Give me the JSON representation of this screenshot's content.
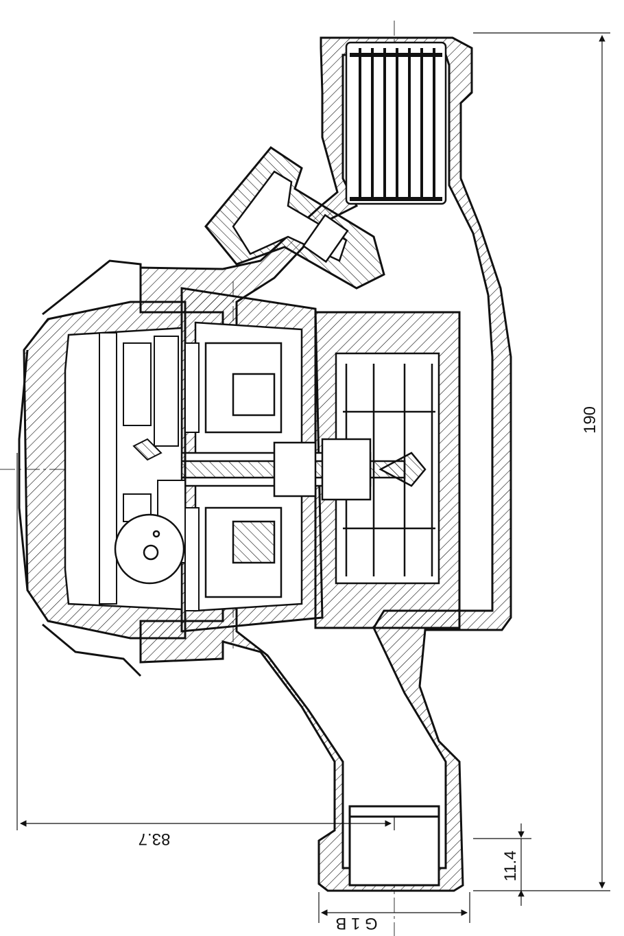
{
  "drawing": {
    "kind": "pump cross-section technical drawing",
    "line_color": "#111111",
    "background": "#ffffff"
  },
  "dimensions": {
    "overall_length": "190",
    "motor_depth": "83.7",
    "thread_length": "11.4",
    "thread_spec": "G 1 B"
  }
}
